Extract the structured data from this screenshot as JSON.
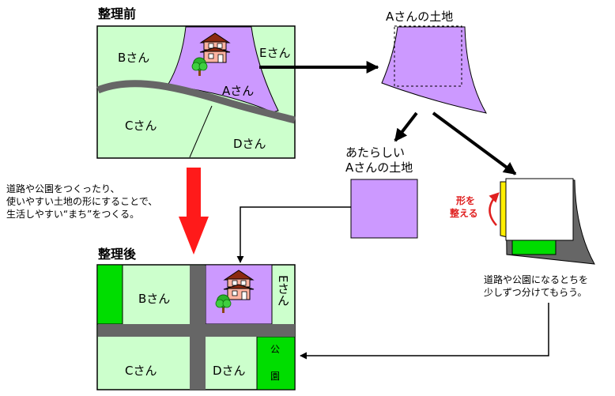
{
  "titles": {
    "before": "整理前",
    "after": "整理後",
    "a_land": "Aさんの土地",
    "new_land_line1": "あたらしい",
    "new_land_line2": "Aさんの土地"
  },
  "before_map": {
    "b": "Bさん",
    "e": "Eさん",
    "a": "Aさん",
    "c": "Cさん",
    "d": "Dさん"
  },
  "after_map": {
    "b": "Bさん",
    "e": "Eさん",
    "c": "Cさん",
    "d": "Dさん",
    "park_top": "公",
    "park_bottom": "園"
  },
  "explanation": [
    "道路や公園をつくったり、",
    "使いやすい土地の形にすることで、",
    "生活しやすい“まち”をつくる。"
  ],
  "shaping": {
    "line1": "形を",
    "line2": "整える"
  },
  "contribution_note": [
    "道路や公園になるとちを",
    "少しずつ分けてもらう。"
  ],
  "colors": {
    "land_green": "#ccffcc",
    "land_purple": "#cc99ff",
    "road_gray": "#666666",
    "park_green": "#00dd00",
    "cut_yellow": "#ffee00",
    "arrow_red": "#ff1a1a",
    "note_red": "#e02020"
  },
  "icons": [
    "house-icon",
    "tree-icon"
  ]
}
